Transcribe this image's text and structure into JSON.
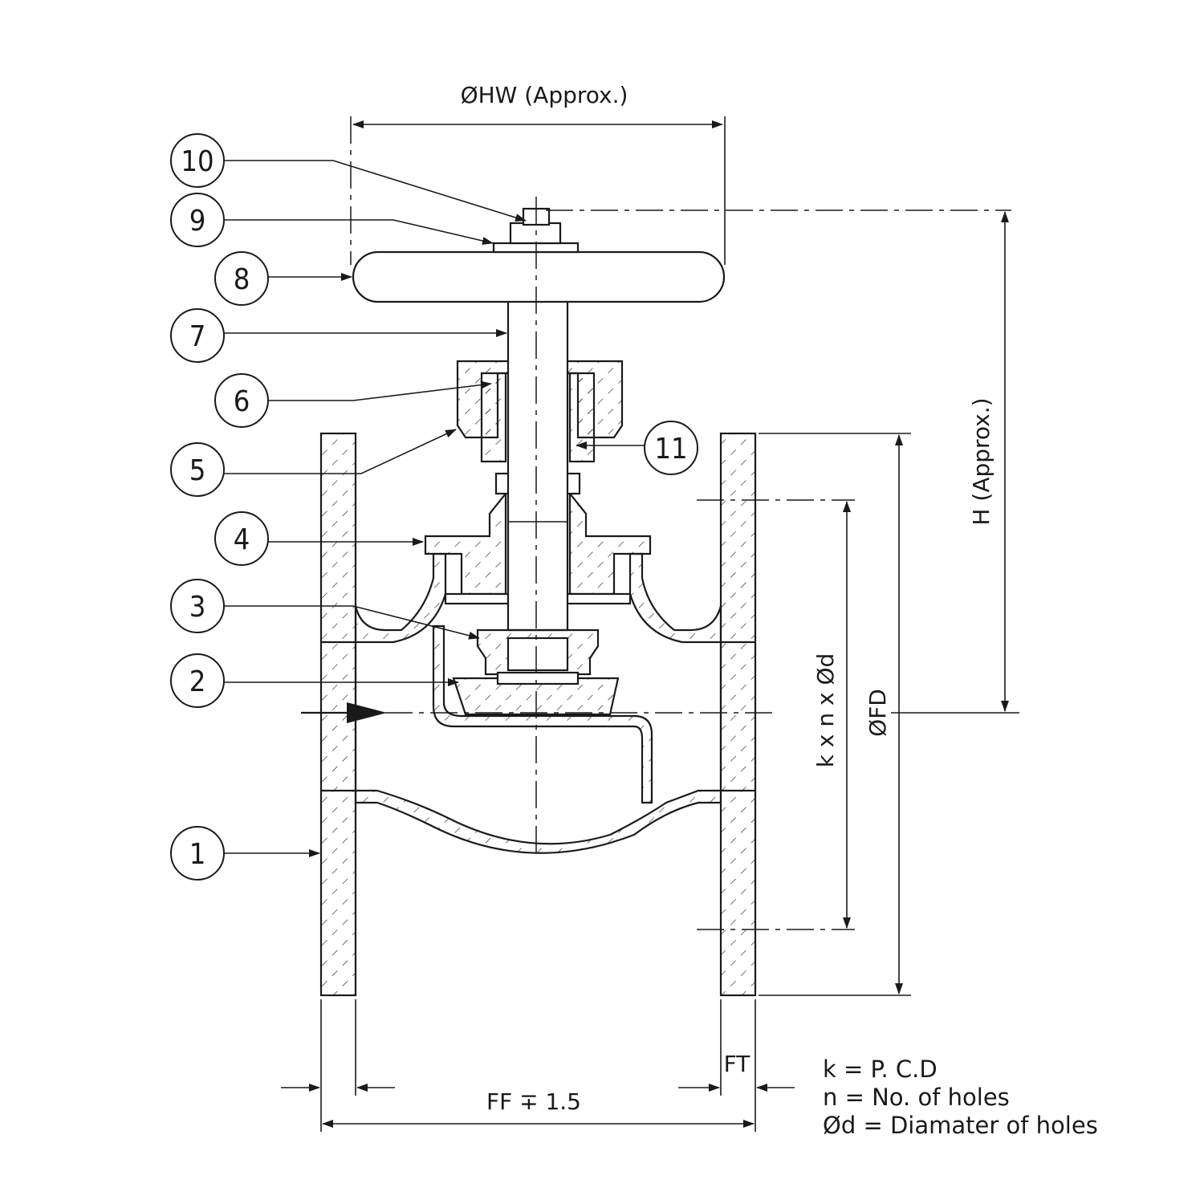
{
  "dimensions": {
    "handwheel_dia": "ØHW (Approx.)",
    "height": "H (Approx.)",
    "flange_dia": "ØFD",
    "bolt_pattern": "k x n x Ød",
    "face_to_face": "FF ∓ 1.5",
    "flange_thickness": "FT"
  },
  "legend": [
    "k = P. C.D",
    "n = No. of holes",
    "Ød = Diamater of holes"
  ],
  "part_numbers": [
    "1",
    "2",
    "3",
    "4",
    "5",
    "6",
    "7",
    "8",
    "9",
    "10",
    "11"
  ]
}
